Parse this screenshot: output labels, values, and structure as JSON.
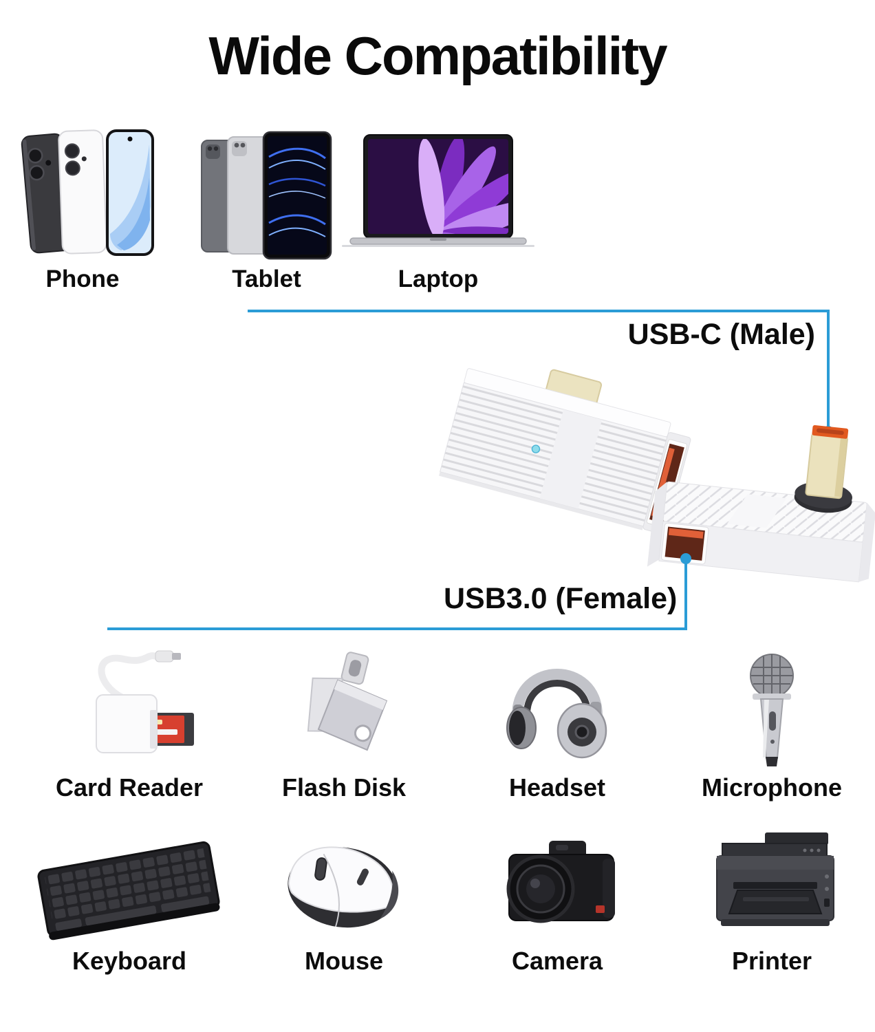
{
  "title": "Wide Compatibility",
  "colors": {
    "accent_blue": "#2B9CD6",
    "usb_port_orange": "#E06038",
    "usb_plug_cream": "#EBE2BD",
    "text": "#0C0C0C"
  },
  "hosts": [
    {
      "id": "phone",
      "label": "Phone",
      "icon": "phone-icon"
    },
    {
      "id": "tablet",
      "label": "Tablet",
      "icon": "tablet-icon"
    },
    {
      "id": "laptop",
      "label": "Laptop",
      "icon": "laptop-icon"
    }
  ],
  "adapter": {
    "male_label": "USB-C (Male)",
    "female_label": "USB3.0 (Female)",
    "image": "usb-c-to-usb3-adapter-product-photo"
  },
  "peripherals": [
    {
      "id": "card-reader",
      "label": "Card Reader",
      "icon": "card-reader-icon"
    },
    {
      "id": "flash-disk",
      "label": "Flash Disk",
      "icon": "flash-disk-icon"
    },
    {
      "id": "headset",
      "label": "Headset",
      "icon": "headset-icon"
    },
    {
      "id": "microphone",
      "label": "Microphone",
      "icon": "microphone-icon"
    },
    {
      "id": "keyboard",
      "label": "Keyboard",
      "icon": "keyboard-icon"
    },
    {
      "id": "mouse",
      "label": "Mouse",
      "icon": "mouse-icon"
    },
    {
      "id": "camera",
      "label": "Camera",
      "icon": "camera-icon"
    },
    {
      "id": "printer",
      "label": "Printer",
      "icon": "printer-icon"
    }
  ]
}
